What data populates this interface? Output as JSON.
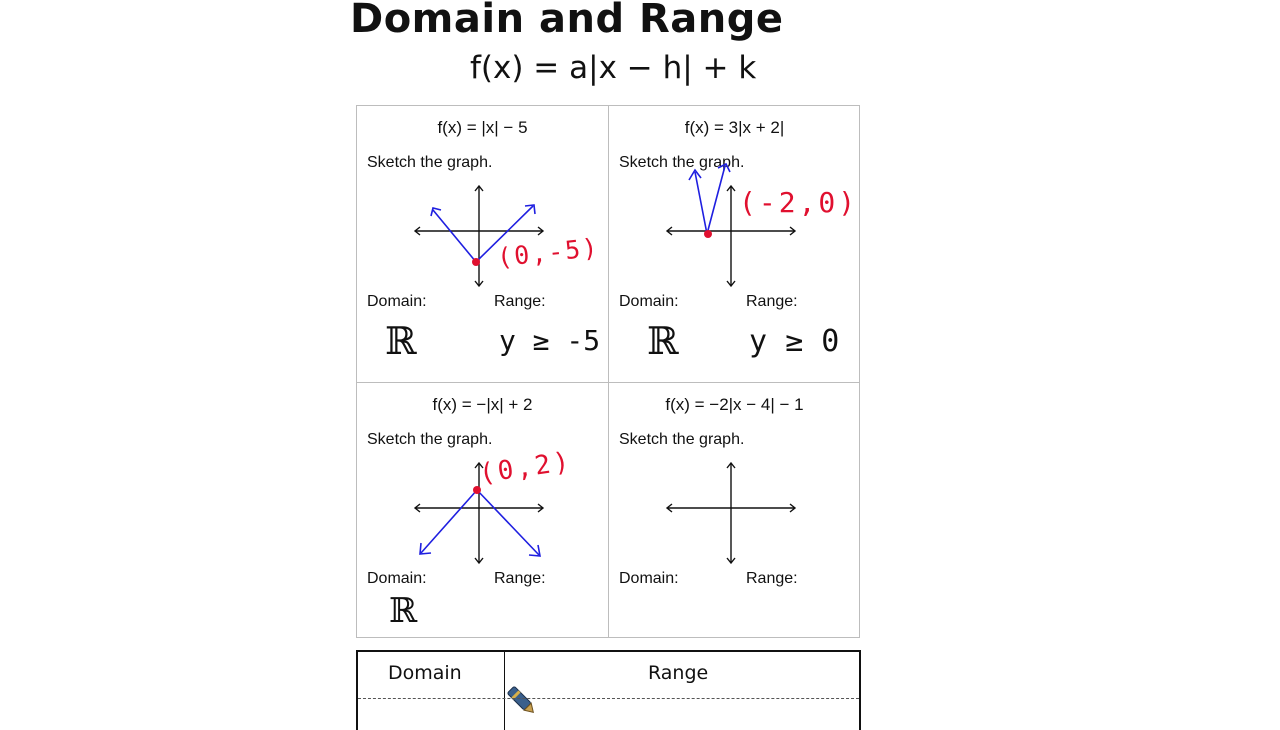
{
  "header": {
    "title": "Domain and Range",
    "formula": "f(x) = a|x − h| + k"
  },
  "cells": [
    {
      "function": "f(x) = |x| − 5",
      "prompt": "Sketch the graph.",
      "domain_label": "Domain:",
      "range_label": "Range:",
      "vertex_note": "(0,-5)",
      "domain_answer": "ℝ",
      "range_answer": "y ≥ -5"
    },
    {
      "function": "f(x) = 3|x + 2|",
      "prompt": "Sketch the graph.",
      "domain_label": "Domain:",
      "range_label": "Range:",
      "vertex_note": "(-2,0)",
      "domain_answer": "ℝ",
      "range_answer": "y ≥ 0"
    },
    {
      "function": "f(x) = −|x| + 2",
      "prompt": "Sketch the graph.",
      "domain_label": "Domain:",
      "range_label": "Range:",
      "vertex_note": "(0,2)",
      "domain_answer": "ℝ"
    },
    {
      "function": "f(x) = −2|x − 4| − 1",
      "prompt": "Sketch the graph.",
      "domain_label": "Domain:",
      "range_label": "Range:"
    }
  ],
  "table": {
    "col1": "Domain",
    "col2": "Range"
  },
  "colors": {
    "ink_blue": "#1f1fe0",
    "ink_red": "#e0102f",
    "ink_black": "#111111",
    "grid": "#bdbdbd"
  },
  "icons": {
    "pen_cursor": "pen-icon"
  }
}
